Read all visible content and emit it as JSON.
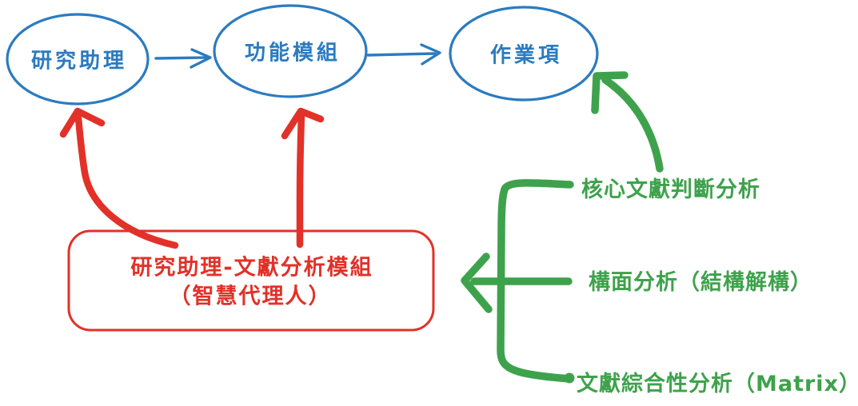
{
  "diagram": {
    "type": "hand-drawn flow diagram",
    "colors": {
      "node_stroke": "#2b7bc0",
      "module_stroke": "#e23128",
      "function_stroke": "#3ea24c",
      "background": "#ffffff"
    },
    "flow": {
      "nodes": [
        {
          "id": "research-assistant",
          "label": "研究助理"
        },
        {
          "id": "function-module",
          "label": "功能模組"
        },
        {
          "id": "work-item",
          "label": "作業項"
        }
      ]
    },
    "module_box": {
      "line1": "研究助理-文獻分析模組",
      "line2": "（智慧代理人）"
    },
    "functions": [
      {
        "label": "核心文獻判斷分析"
      },
      {
        "label": "構面分析（結構解構）"
      },
      {
        "label": "文獻綜合性分析（Matrix）"
      }
    ]
  }
}
